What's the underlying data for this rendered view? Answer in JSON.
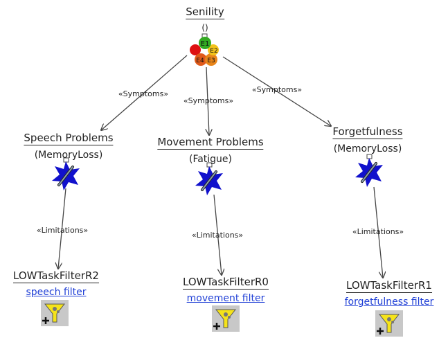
{
  "root": {
    "title": "Senility",
    "subtitle": "()"
  },
  "root_icon_labels": [
    "E1",
    "E2",
    "E3",
    "E4"
  ],
  "nodes": [
    {
      "title": "Speech Problems",
      "subtitle": "(MemoryLoss)"
    },
    {
      "title": "Movement Problems",
      "subtitle": "(Fatigue)"
    },
    {
      "title": "Forgetfulness",
      "subtitle": "(MemoryLoss)"
    }
  ],
  "filters": [
    {
      "title": "LOWTaskFilterR2",
      "link": "speech filter"
    },
    {
      "title": "LOWTaskFilterR0",
      "link": "movement filter"
    },
    {
      "title": "LOWTaskFilterR1",
      "link": "forgetfulness filter"
    }
  ],
  "edges": {
    "symptoms": "«Symptoms»",
    "limitations": "«Limitations»"
  },
  "colors": {
    "line": "#444444",
    "link": "#1f3fd6",
    "star": "#1111cc",
    "funnel": "#f5e31a",
    "e1": "#33aa22",
    "e2": "#f2c21a",
    "e3": "#e8851a",
    "e4": "#e05a1a",
    "e5": "#dd1111"
  }
}
